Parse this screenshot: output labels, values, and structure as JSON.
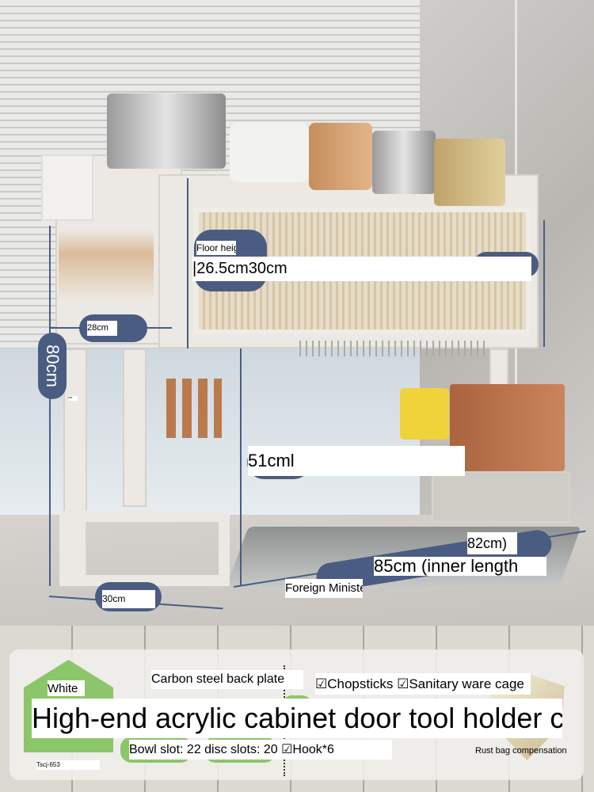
{
  "labels": {
    "floor_height": "Floor height",
    "shelf_heights": "|26.5cm30cm",
    "side_width": "28cm",
    "total_height": "80cm",
    "tiny_mark": "cm",
    "clearance": "51cml",
    "inner_length": "85cm (inner length",
    "outer_length": "82cm)",
    "foreign_minister": "Foreign Minister",
    "depth": "30cm"
  },
  "features": {
    "color": "White",
    "back_plate": "Carbon steel back plate",
    "accessories": "☑Chopsticks ☑Sanitary ware cage",
    "title": "High-end acrylic cabinet door tool holder cutting",
    "rust": "Rust bag compensation",
    "slots": "Bowl slot: 22 disc slots: 20 ☑Hook*6",
    "model": "Tscj-653"
  },
  "colors": {
    "dimension_pill": "#4b5c82",
    "feature_green": "#8cc66a"
  }
}
